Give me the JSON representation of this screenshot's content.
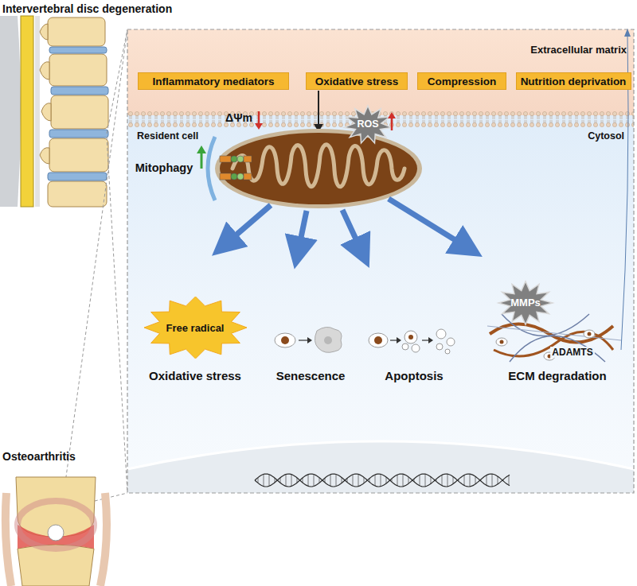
{
  "diagram": {
    "nodes": [
      {
        "text": [
          "Inflammatory mediators"
        ]
      },
      {
        "text": [
          "Oxidative stress"
        ]
      },
      {
        "text": [
          "Compression"
        ]
      },
      {
        "text": [
          "Nutrition deprivation"
        ]
      },
      {
        "text": [
          "Free radical"
        ]
      }
    ],
    "labels": [
      "Intervertebral disc degeneration",
      "Osteoarthritis",
      "Extracellular matrix",
      "Resident cell",
      "Cytosol",
      "ΔΨm",
      "ROS",
      "Mitophagy",
      "Oxidative stress",
      "Senescence",
      "Apoptosis",
      "ECM degradation",
      "MMPs",
      "ADAMTS"
    ]
  }
}
